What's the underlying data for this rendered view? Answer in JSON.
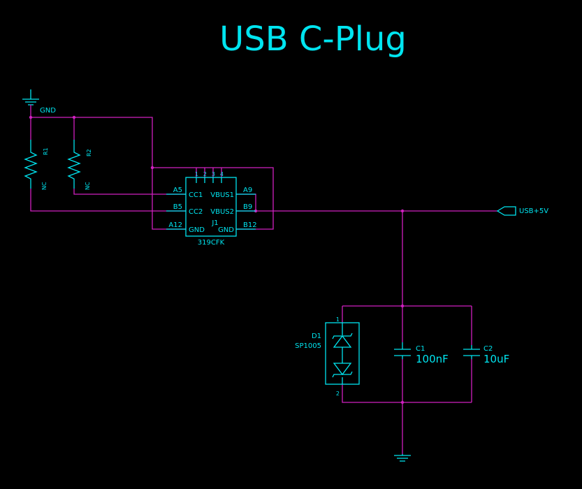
{
  "title": "USB C-Plug",
  "gnd_net": "GND",
  "net_label": "USB+5V",
  "resistors": [
    {
      "ref": "R1",
      "value": "NC"
    },
    {
      "ref": "R2",
      "value": "NC"
    }
  ],
  "connector": {
    "ref": "J1",
    "part": "319CFK",
    "top_pins": [
      "1",
      "2",
      "3",
      "4"
    ],
    "left_pins": [
      {
        "pin": "A5",
        "name": "CC1"
      },
      {
        "pin": "B5",
        "name": "CC2"
      },
      {
        "pin": "A12",
        "name": "GND"
      }
    ],
    "right_pins": [
      {
        "pin": "A9",
        "name": "VBUS1"
      },
      {
        "pin": "B9",
        "name": "VBUS2"
      },
      {
        "pin": "B12",
        "name": "GND"
      }
    ]
  },
  "diode": {
    "ref": "D1",
    "part": "SP1005",
    "pin_top": "1",
    "pin_bottom": "2"
  },
  "capacitors": [
    {
      "ref": "C1",
      "value": "100nF"
    },
    {
      "ref": "C2",
      "value": "10uF"
    }
  ],
  "colors": {
    "component": "#00e5f0",
    "wire": "#d020c0",
    "background": "#000000"
  }
}
